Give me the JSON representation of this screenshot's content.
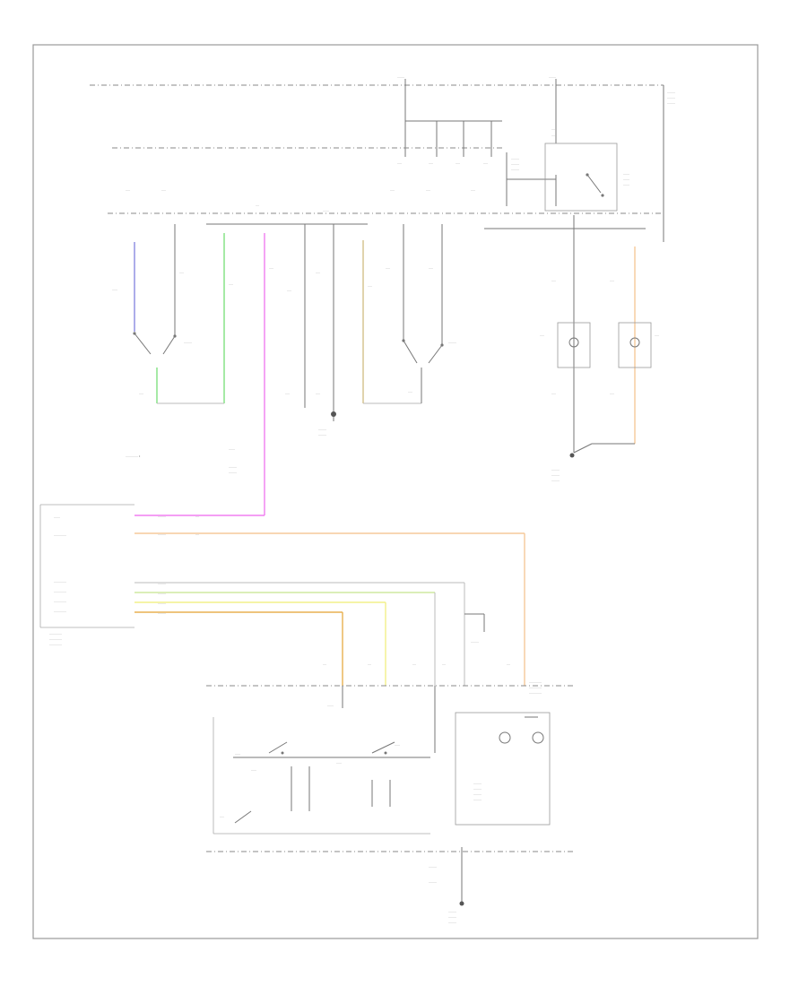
{
  "diagram": {
    "page_label": "",
    "colors": {
      "border": "#999999",
      "wire": "#777777",
      "blue": "#8a8ae0",
      "green": "#7fe07f",
      "pink": "#f07ef0",
      "tan": "#d2c08a",
      "orange": "#f5c99a",
      "yellow": "#f2f08a",
      "gray": "#bbbbbb"
    },
    "icons": [
      "ground-symbol",
      "switch-contact",
      "bulb-symbol",
      "connector-dot",
      "motor-symbol"
    ]
  }
}
